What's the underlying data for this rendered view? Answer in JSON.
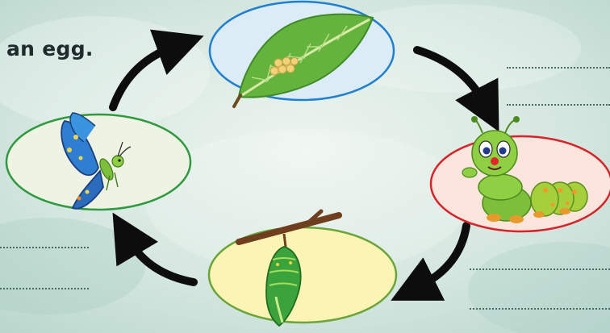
{
  "caption": {
    "text": "an egg."
  },
  "stages": [
    {
      "id": "egg",
      "icon": "leaf-with-eggs-icon",
      "ring_color": "#1f7fd0",
      "fill": "#dcecf6"
    },
    {
      "id": "larva",
      "icon": "caterpillar-icon",
      "ring_color": "#d8232a",
      "fill": "#fbe5dc"
    },
    {
      "id": "pupa",
      "icon": "chrysalis-icon",
      "ring_color": "#6aa53a",
      "fill": "#fbf4b4"
    },
    {
      "id": "adult",
      "icon": "butterfly-icon",
      "ring_color": "#2e9a3f",
      "fill": "#eef3e4"
    }
  ],
  "colors": {
    "arrow": "#0d0d0d",
    "background": "#cfe3dc"
  }
}
